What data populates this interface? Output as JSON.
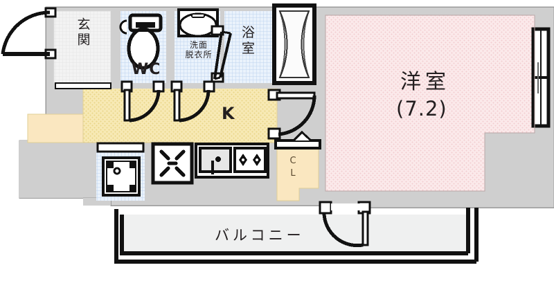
{
  "document": {
    "type": "floor-plan",
    "title": "Apartment Floor Plan",
    "layout_code": "1K"
  },
  "palette": {
    "wall": "#c9c9c9",
    "wall_line": "#8a8a8a",
    "outline": "#111111",
    "main_room_floor": "#f9e2e3",
    "kitchen_floor": "#f5e6ae",
    "closet_floor": "#fae7c0",
    "wet_area_floor": "#dce9f7",
    "entrance_floor": "#f2f2f2",
    "balcony_floor": "#eeeeee",
    "text": "#231f20"
  },
  "rooms": [
    {
      "id": "main-room",
      "name": "洋室",
      "area_label": "(7.2)",
      "floor": "main_room_floor",
      "kind": "western-style-room"
    },
    {
      "id": "entrance",
      "name": "玄関",
      "floor": "entrance_floor",
      "kind": "entrance-genkan"
    },
    {
      "id": "toilet",
      "name": "WC",
      "floor": "wet_area_floor",
      "kind": "toilet"
    },
    {
      "id": "washroom",
      "name_line1": "洗面",
      "name_line2": "脱衣所",
      "floor": "wet_area_floor",
      "kind": "washroom-dressing"
    },
    {
      "id": "bathroom",
      "name_line1": "浴",
      "name_line2": "室",
      "floor": "wet_area_floor",
      "kind": "bathroom"
    },
    {
      "id": "kitchen",
      "name": "K",
      "floor": "kitchen_floor",
      "kind": "kitchen"
    },
    {
      "id": "closet",
      "name_line1": "C",
      "name_line2": "L",
      "floor": "closet_floor",
      "kind": "closet"
    },
    {
      "id": "balcony",
      "name": "バルコニー",
      "floor": "balcony_floor",
      "kind": "balcony"
    }
  ],
  "fixtures": [
    {
      "id": "toilet-unit",
      "icon": "toilet-icon",
      "room": "toilet"
    },
    {
      "id": "washbasin-unit",
      "icon": "washbasin-icon",
      "room": "washroom"
    },
    {
      "id": "bathtub-unit",
      "icon": "bathtub-icon",
      "room": "bathroom"
    },
    {
      "id": "washer-pan",
      "icon": "washing-machine-icon",
      "room": "kitchen"
    },
    {
      "id": "ventilation-unit",
      "icon": "ventilation-fan-icon",
      "room": "kitchen"
    },
    {
      "id": "sink-unit",
      "icon": "kitchen-sink-icon",
      "room": "kitchen"
    },
    {
      "id": "stove-unit",
      "icon": "gas-stove-icon",
      "room": "kitchen"
    },
    {
      "id": "shoe-cabinet",
      "icon": "shoe-cabinet-icon",
      "room": "entrance"
    }
  ],
  "openings": [
    {
      "id": "entrance-door",
      "icon": "swing-door-icon",
      "label": "entrance door"
    },
    {
      "id": "toilet-door",
      "icon": "swing-door-icon",
      "label": "toilet door"
    },
    {
      "id": "washroom-door",
      "icon": "swing-door-icon",
      "label": "washroom door"
    },
    {
      "id": "bathroom-door",
      "icon": "folding-door-icon",
      "label": "bathroom door"
    },
    {
      "id": "main-room-door",
      "icon": "swing-door-icon",
      "label": "room door"
    },
    {
      "id": "balcony-door",
      "icon": "swing-door-icon",
      "label": "balcony door"
    },
    {
      "id": "closet-door",
      "icon": "folding-door-icon",
      "label": "closet door"
    },
    {
      "id": "east-window",
      "icon": "window-icon",
      "label": "east window"
    },
    {
      "id": "balcony-window",
      "icon": "window-icon",
      "label": "balcony window"
    }
  ]
}
